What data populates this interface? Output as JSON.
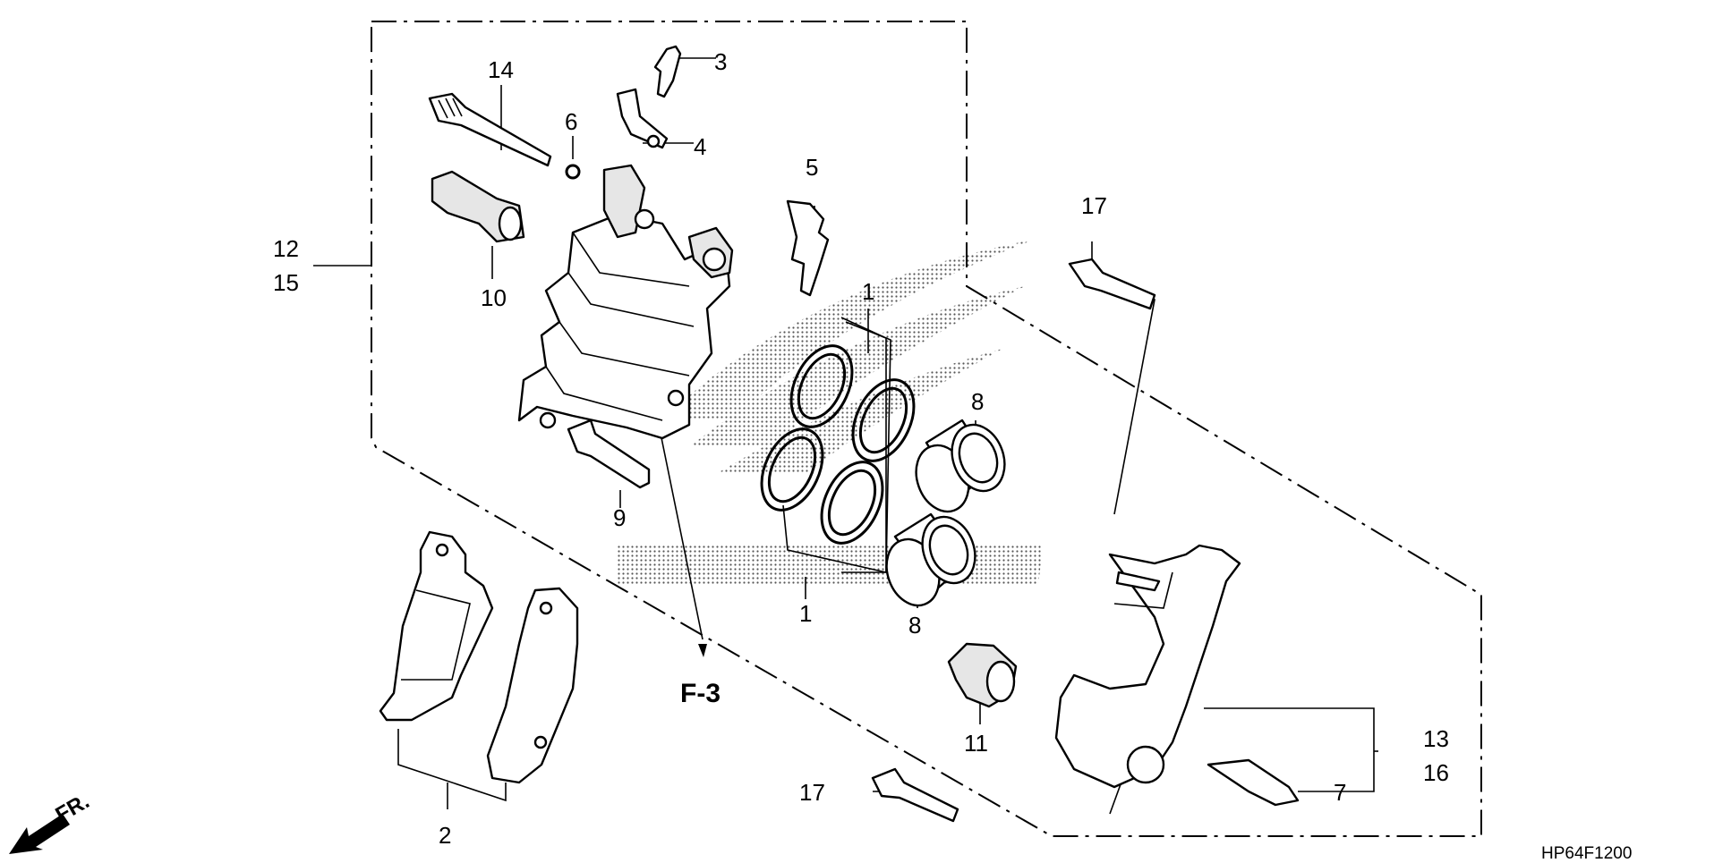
{
  "diagram": {
    "code": "HP64F1200",
    "ref_label": "F-3",
    "front_label": "FR.",
    "callouts": {
      "c1a": "1",
      "c1b": "1",
      "c2": "2",
      "c3": "3",
      "c4": "4",
      "c5": "5",
      "c6": "6",
      "c7": "7",
      "c8a": "8",
      "c8b": "8",
      "c9": "9",
      "c10": "10",
      "c11": "11",
      "c12": "12",
      "c13": "13",
      "c14": "14",
      "c15": "15",
      "c16": "16",
      "c17a": "17",
      "c17b": "17"
    },
    "icons": [
      "caliper-body-icon",
      "brake-pad-icon",
      "piston-icon",
      "piston-seal-icon",
      "caliper-bracket-icon",
      "bolt-icon",
      "bleeder-valve-icon",
      "front-arrow-icon"
    ]
  }
}
